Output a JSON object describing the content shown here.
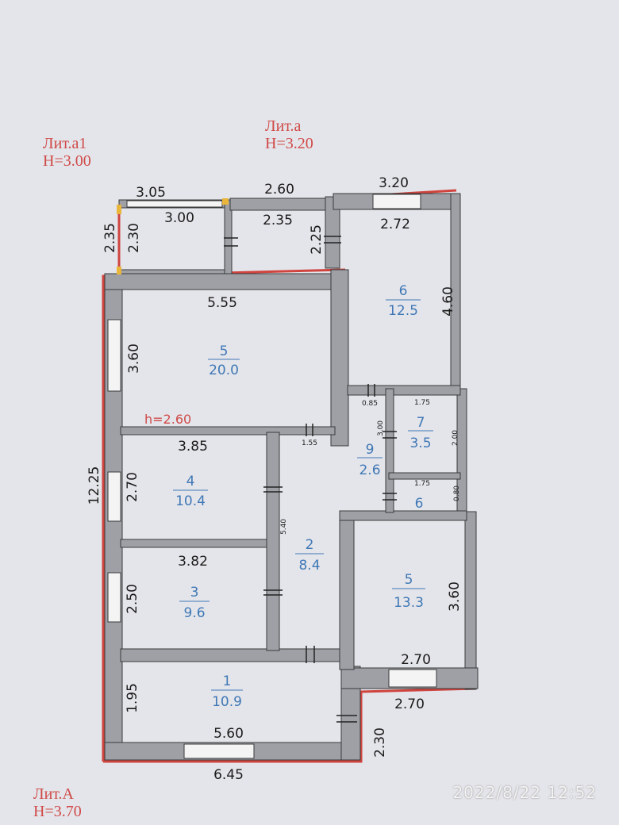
{
  "labels": {
    "lit_a1": "Лит.а1",
    "lit_a1_h": "Н=3.00",
    "lit_a": "Лит.а",
    "lit_a_h": "Н=3.20",
    "lit_A": "Лит.А",
    "lit_A_h": "Н=3.70",
    "inner_height": "h=2.60"
  },
  "rooms": [
    {
      "id": "room-1",
      "number": "1",
      "area": "10.9"
    },
    {
      "id": "room-2",
      "number": "2",
      "area": "8.4"
    },
    {
      "id": "room-3",
      "number": "3",
      "area": "9.6"
    },
    {
      "id": "room-4",
      "number": "4",
      "area": "10.4"
    },
    {
      "id": "room-5-main",
      "number": "5",
      "area": "20.0"
    },
    {
      "id": "room-5-right",
      "number": "5",
      "area": "13.3"
    },
    {
      "id": "room-6-top",
      "number": "6",
      "area": "12.5"
    },
    {
      "id": "room-7",
      "number": "7",
      "area": "3.5"
    },
    {
      "id": "room-9",
      "number": "9",
      "area": "2.6"
    },
    {
      "id": "room-6-small",
      "number": "6",
      "area": ""
    }
  ],
  "dimensions": {
    "d_305": "3.05",
    "d_300": "3.00",
    "d_260": "2.60",
    "d_235": "2.35",
    "d_320": "3.20",
    "d_272": "2.72",
    "d_235v": "2.35",
    "d_230v": "2.30",
    "d_225": "2.25",
    "d_555": "5.55",
    "d_460": "4.60",
    "d_360a": "3.60",
    "d_260h": "2.60",
    "d_385": "3.85",
    "d_155": "1.55",
    "d_085": "0.85",
    "d_175a": "1.75",
    "d_300s": "3.00",
    "d_200": "2.00",
    "d_175b": "1.75",
    "d_080": "0.80",
    "d_1225": "12.25",
    "d_270": "2.70",
    "d_540": "5.40",
    "d_382": "3.82",
    "d_250": "2.50",
    "d_360b": "3.60",
    "d_270b": "2.70",
    "d_270c": "2.70",
    "d_195": "1.95",
    "d_560": "5.60",
    "d_230": "2.30",
    "d_645": "6.45"
  },
  "timestamp": "2022/8/22 12:52"
}
